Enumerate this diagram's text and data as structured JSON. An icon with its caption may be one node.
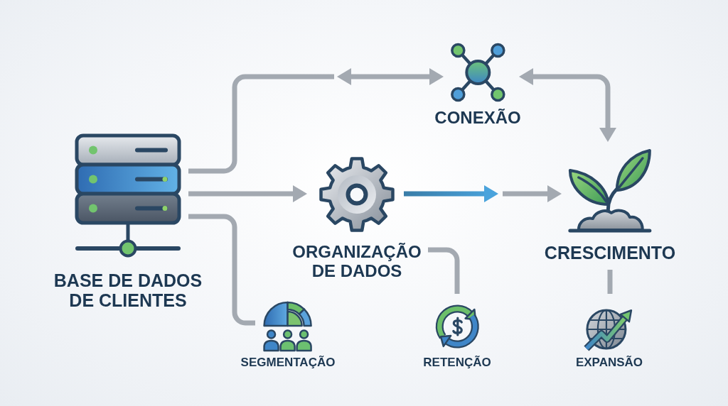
{
  "diagram": {
    "nodes": [
      {
        "text": [
          "BASE DE DADOS DE CLIENTES"
        ]
      },
      {
        "text": [
          "CONEXÃO"
        ]
      },
      {
        "text": [
          "ORGANIZAÇÃO DE DADOS"
        ]
      },
      {
        "text": [
          "CRESCIMENTO"
        ]
      },
      {
        "text": [
          "SEGMENTAÇÃO"
        ]
      },
      {
        "text": [
          "RETENÇÃO"
        ]
      },
      {
        "text": [
          "EXPANSÃO"
        ]
      }
    ],
    "edges": [
      {
        "from": 0,
        "to": null,
        "arrow": "none"
      },
      {
        "from": null,
        "to": 1,
        "arrow": "both"
      },
      {
        "from": 0,
        "to": 2,
        "arrow": "to"
      },
      {
        "from": 2,
        "to": null,
        "arrow": "to",
        "color": "#4aa3dc"
      },
      {
        "from": null,
        "to": 3,
        "arrow": "to"
      },
      {
        "from": 1,
        "to": 3,
        "arrow": "both"
      },
      {
        "from": 0,
        "to": 4,
        "arrow": "none"
      },
      {
        "from": 2,
        "to": 5,
        "arrow": "none"
      },
      {
        "from": 3,
        "to": 6,
        "arrow": "none"
      }
    ]
  }
}
